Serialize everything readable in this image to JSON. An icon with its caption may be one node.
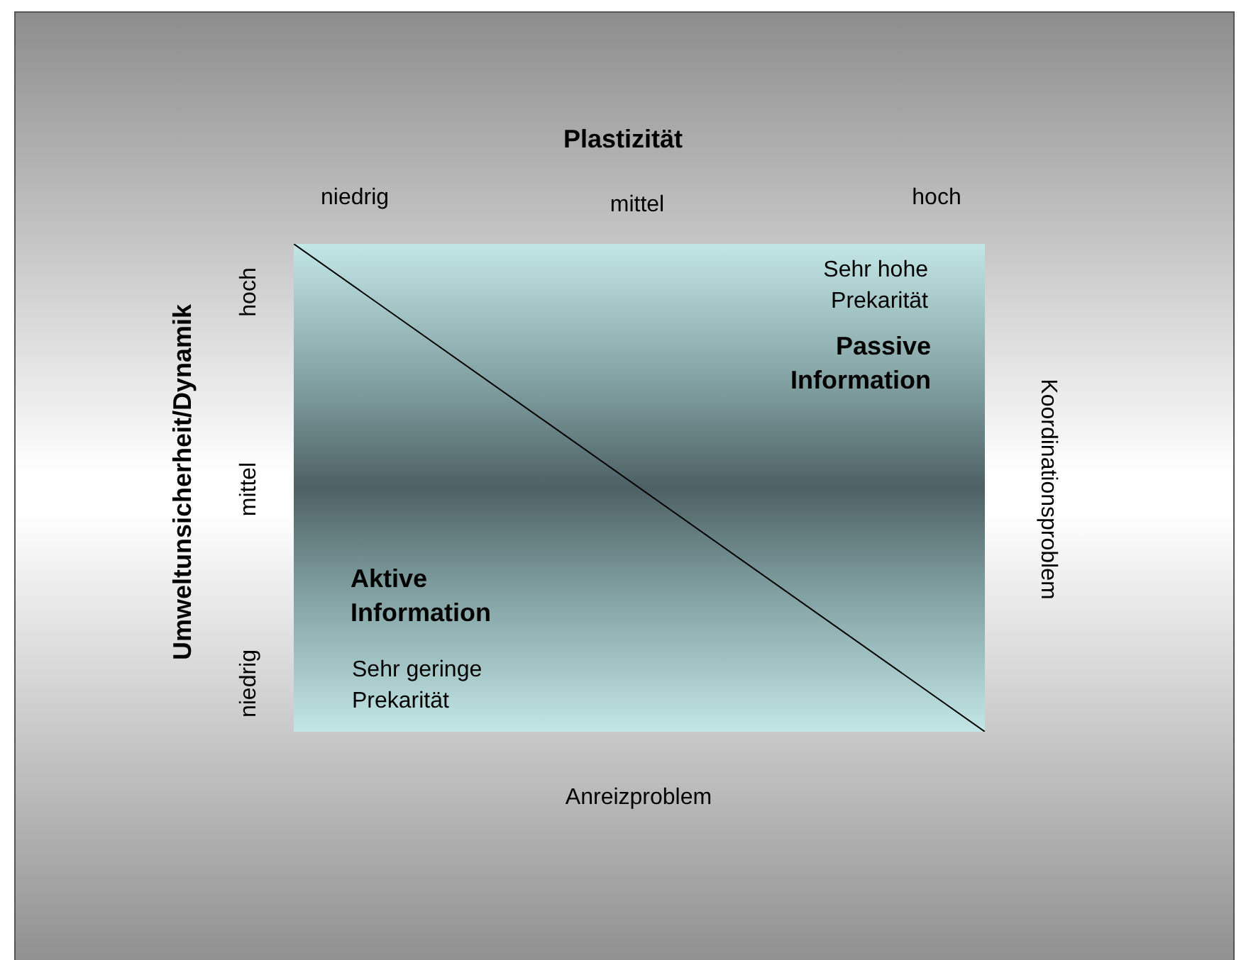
{
  "diagram": {
    "title": "Plastizität",
    "nodes": [
      {
        "text": [
          "Sehr hohe Prekarität",
          "Passive Information",
          "Aktive Information",
          "Sehr geringe Prekarität"
        ]
      }
    ],
    "labels": [
      "niedrig",
      "mittel",
      "hoch",
      "Umweltunsicherheit/Dynamik",
      "hoch",
      "mittel",
      "niedrig",
      "Koordinationsproblem",
      "Anreizproblem"
    ]
  }
}
